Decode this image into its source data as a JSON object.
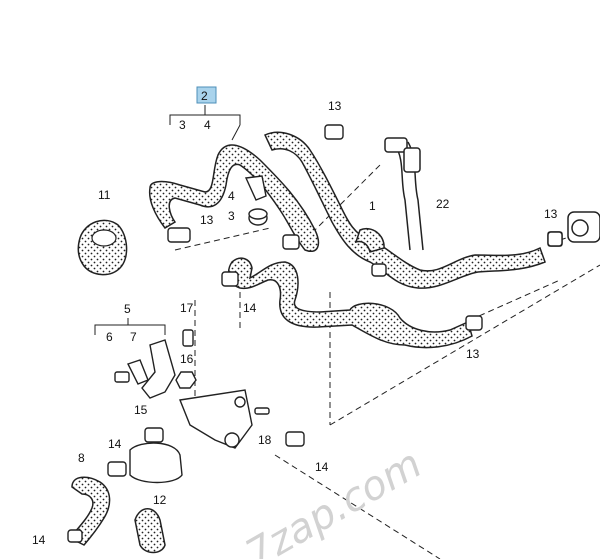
{
  "diagram": {
    "callouts": {
      "c2": "2",
      "c3a": "3",
      "c4a": "4",
      "c13a": "13",
      "c11": "11",
      "c4b": "4",
      "c3b": "3",
      "c13b": "13",
      "c22": "22",
      "c1": "1",
      "c13c": "13",
      "c14a": "14",
      "c5": "5",
      "c17": "17",
      "c6": "6",
      "c7": "7",
      "c16": "16",
      "c13d": "13",
      "c15": "15",
      "c18": "18",
      "c14b": "14",
      "c14c": "14",
      "c8": "8",
      "c12": "12",
      "c14d": "14"
    },
    "watermark": "7zap.com",
    "highlight_color": "#a9d3ec"
  }
}
